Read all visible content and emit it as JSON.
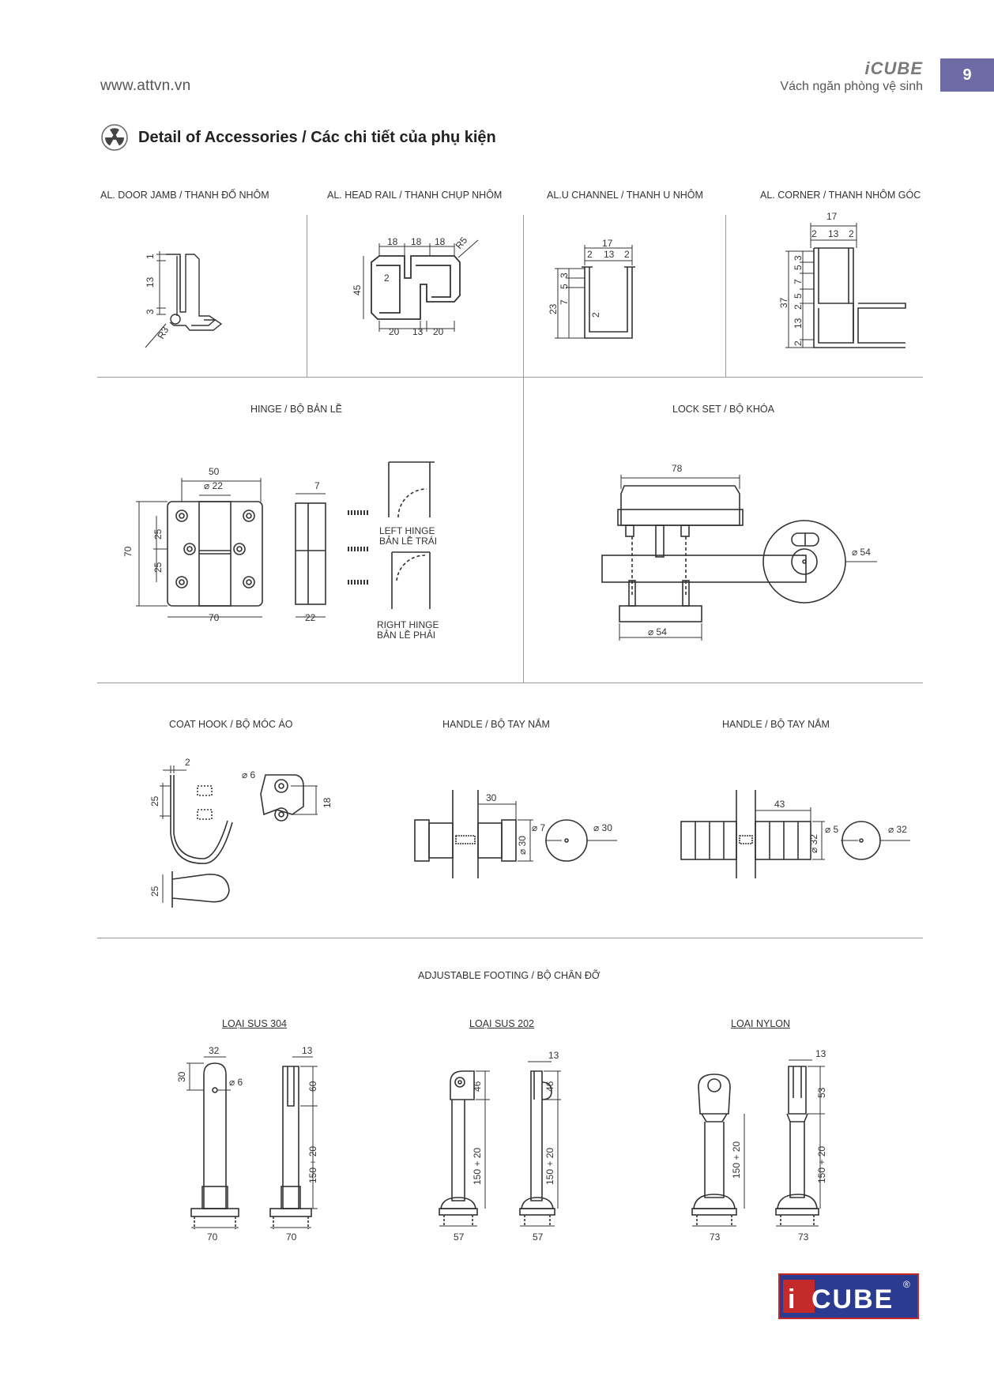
{
  "header": {
    "website": "www.attvn.vn",
    "brand": "iCUBE",
    "subtitle": "Vách ngăn phòng vệ sinh",
    "page_number": "9"
  },
  "section_title": "Detail of Accessories / Các chi tiết của phụ kiện",
  "profiles": {
    "door_jamb": {
      "title": "AL. DOOR JAMB / THANH ĐỐ NHÔM",
      "dims": [
        "1",
        "13",
        "3",
        "R3"
      ]
    },
    "head_rail": {
      "title": "AL. HEAD RAIL / THANH CHỤP NHÔM",
      "dims": [
        "18",
        "18",
        "18",
        "R5",
        "2",
        "45",
        "20",
        "13",
        "20"
      ]
    },
    "u_channel": {
      "title": "AL.U CHANNEL / THANH U NHÔM",
      "dims": [
        "17",
        "2",
        "13",
        "2",
        "3",
        "5",
        "7",
        "23",
        "2"
      ]
    },
    "corner": {
      "title": "AL. CORNER / THANH NHÔM GÓC",
      "dims": [
        "17",
        "2",
        "13",
        "2",
        "3",
        "5",
        "7",
        "5",
        "2",
        "37",
        "13",
        "2"
      ]
    }
  },
  "hinge": {
    "title": "HINGE / BỘ BẢN LỀ",
    "dims": [
      "50",
      "⌀ 22",
      "70",
      "25",
      "25",
      "70",
      "7",
      "22"
    ],
    "left_hinge": [
      "LEFT HINGE",
      "BẢN LỀ TRÁI"
    ],
    "right_hinge": [
      "RIGHT  HINGE",
      "BẢN LỀ PHẢI"
    ]
  },
  "lockset": {
    "title": "LOCK SET / BỘ KHÓA",
    "dims": [
      "78",
      "⌀ 54",
      "⌀ 54"
    ]
  },
  "coat_hook": {
    "title": "COAT HOOK / BỘ MÓC ÁO",
    "dims": [
      "2",
      "25",
      "⌀ 6",
      "18",
      "25"
    ]
  },
  "handle1": {
    "title": "HANDLE / BỘ TAY NẮM",
    "dims": [
      "30",
      "⌀ 30",
      "⌀ 7",
      "⌀ 30"
    ]
  },
  "handle2": {
    "title": "HANDLE / BỘ TAY NẮM",
    "dims": [
      "43",
      "⌀ 32",
      "⌀ 5",
      "⌀ 32"
    ]
  },
  "footing": {
    "title": "ADJUSTABLE FOOTING / BỘ CHÂN ĐỠ",
    "types": [
      {
        "name": "LOẠI SUS 304",
        "dims": [
          "32",
          "30",
          "⌀ 6",
          "70",
          "13",
          "60",
          "150 + 20",
          "70"
        ]
      },
      {
        "name": "LOẠI SUS 202",
        "dims": [
          "46",
          "150 + 20",
          "57",
          "13",
          "46",
          "150 + 20",
          "57"
        ]
      },
      {
        "name": "LOẠI NYLON",
        "dims": [
          "150 + 20",
          "73",
          "13",
          "53",
          "150 + 20",
          "73"
        ]
      }
    ]
  },
  "footer_logo": {
    "text": "CUBE",
    "prefix": "i",
    "mark": "®"
  },
  "colors": {
    "badge": "#6e6aa6",
    "logo_bg": "#2b3b8f",
    "logo_border": "#c42a2a"
  }
}
